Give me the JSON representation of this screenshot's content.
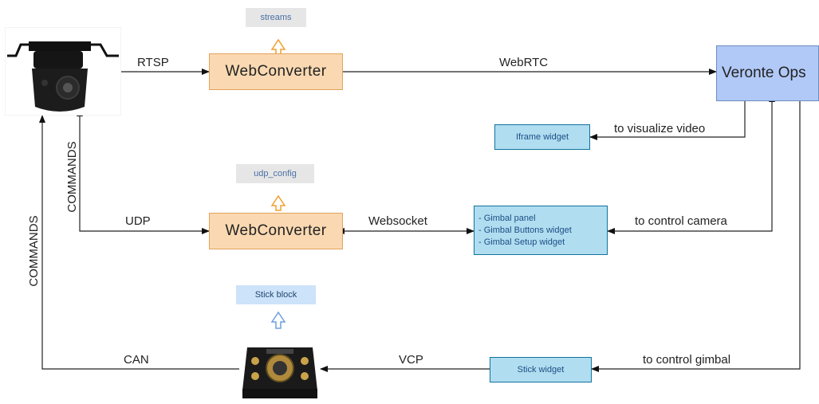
{
  "nodes": {
    "streams": "streams",
    "webconverter_top": "WebConverter",
    "veronte_ops": "Veronte Ops",
    "iframe_widget": "Iframe widget",
    "udp_config": "udp_config",
    "webconverter_mid": "WebConverter",
    "gimbal_widgets": [
      "- Gimbal panel",
      "- Gimbal Buttons widget",
      "- Gimbal Setup widget"
    ],
    "stick_block": "Stick block",
    "stick_widget": "Stick widget"
  },
  "edges": {
    "rtsp": "RTSP",
    "webrtc": "WebRTC",
    "to_visualize_video": "to visualize video",
    "udp": "UDP",
    "websocket": "Websocket",
    "to_control_camera": "to control camera",
    "can": "CAN",
    "vcp": "VCP",
    "to_control_gimbal": "to control gimbal",
    "commands_inner": "COMMANDS",
    "commands_outer": "COMMANDS"
  },
  "colors": {
    "webconverter_fill": "#fad9b2",
    "webconverter_stroke": "#e3a25a",
    "veronte_fill": "#b1c9f7",
    "veronte_stroke": "#6c8ebf",
    "widget_fill": "#b1ddf0",
    "widget_stroke": "#10739e",
    "up_arrow_orange": "#f0a030",
    "up_arrow_blue": "#6fa0dc"
  },
  "icons": {
    "camera": "gimbal-camera-image",
    "autopilot": "autopilot-device-image"
  }
}
